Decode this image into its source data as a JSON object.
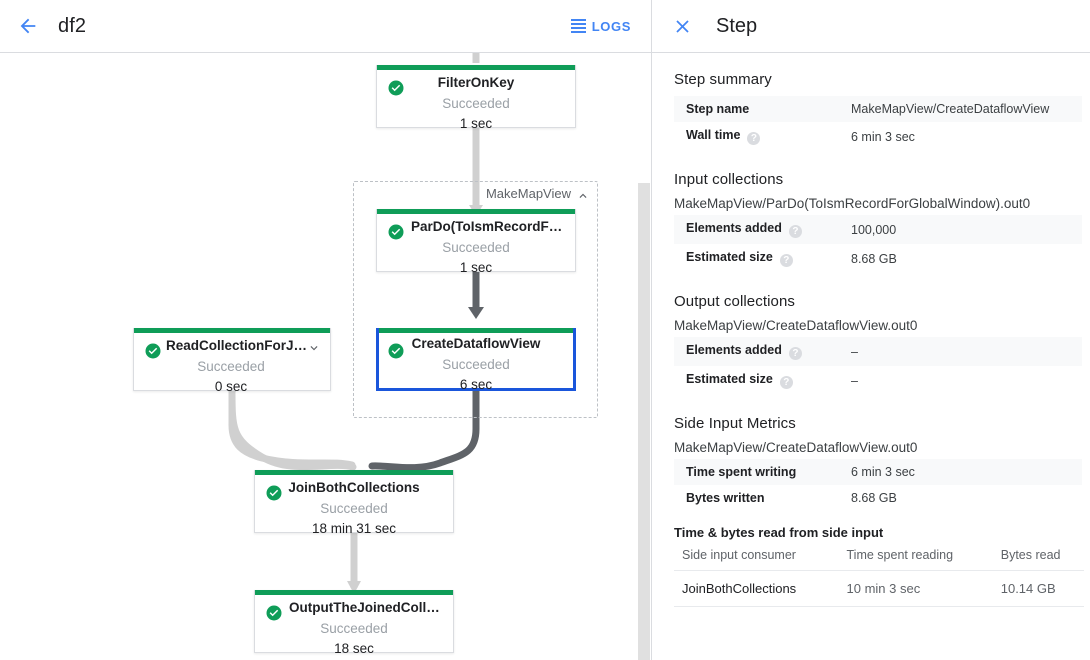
{
  "left": {
    "back_icon": "arrow-back-icon",
    "job_title": "df2",
    "logs_label": "LOGS",
    "logs_icon": "logs-list-icon",
    "group": {
      "label": "MakeMapView",
      "collapse_icon": "chevron-up-icon"
    },
    "nodes": [
      {
        "id": "filter-on-key",
        "name": "FilterOnKey",
        "status": "Succeeded",
        "time": "1 sec",
        "status_icon": "check-circle-icon",
        "selected": false,
        "has_chevron": false
      },
      {
        "id": "pardo-toismrecordfor",
        "name": "ParDo(ToIsmRecordFor…",
        "status": "Succeeded",
        "time": "1 sec",
        "status_icon": "check-circle-icon",
        "selected": false,
        "has_chevron": false
      },
      {
        "id": "create-dataflow-view",
        "name": "CreateDataflowView",
        "status": "Succeeded",
        "time": "6 sec",
        "status_icon": "check-circle-icon",
        "selected": true,
        "has_chevron": false
      },
      {
        "id": "read-collection-for-join",
        "name": "ReadCollectionForJoin",
        "status": "Succeeded",
        "time": "0 sec",
        "status_icon": "check-circle-icon",
        "selected": false,
        "has_chevron": true,
        "chevron_icon": "chevron-down-icon"
      },
      {
        "id": "join-both-collections",
        "name": "JoinBothCollections",
        "status": "Succeeded",
        "time": "18 min 31 sec",
        "status_icon": "check-circle-icon",
        "selected": false,
        "has_chevron": false
      },
      {
        "id": "output-the-joined-collec",
        "name": "OutputTheJoinedCollec…",
        "status": "Succeeded",
        "time": "18 sec",
        "status_icon": "check-circle-icon",
        "selected": false,
        "has_chevron": false
      }
    ],
    "colors": {
      "success_green": "#0f9d58",
      "selected_blue": "#1a56db",
      "edge_light": "#d0d0d0",
      "edge_dark": "#5f6368"
    }
  },
  "right": {
    "close_icon": "close-icon",
    "title": "Step",
    "step_summary": {
      "heading": "Step summary",
      "rows": [
        {
          "key": "Step name",
          "value": "MakeMapView/CreateDataflowView",
          "help": false
        },
        {
          "key": "Wall time",
          "value": "6 min 3 sec",
          "help": true
        }
      ]
    },
    "input_collections": {
      "heading": "Input collections",
      "collection": "MakeMapView/ParDo(ToIsmRecordForGlobalWindow).out0",
      "rows": [
        {
          "key": "Elements added",
          "value": "100,000",
          "help": true
        },
        {
          "key": "Estimated size",
          "value": "8.68 GB",
          "help": true
        }
      ]
    },
    "output_collections": {
      "heading": "Output collections",
      "collection": "MakeMapView/CreateDataflowView.out0",
      "rows": [
        {
          "key": "Elements added",
          "value": "–",
          "help": true
        },
        {
          "key": "Estimated size",
          "value": "–",
          "help": true
        }
      ]
    },
    "side_input_metrics": {
      "heading": "Side Input Metrics",
      "collection": "MakeMapView/CreateDataflowView.out0",
      "rows": [
        {
          "key": "Time spent writing",
          "value": "6 min 3 sec",
          "help": false
        },
        {
          "key": "Bytes written",
          "value": "8.68 GB",
          "help": false
        }
      ]
    },
    "side_input_table": {
      "heading": "Time & bytes read from side input",
      "columns": [
        "Side input consumer",
        "Time spent reading",
        "Bytes read"
      ],
      "rows": [
        [
          "JoinBothCollections",
          "10 min 3 sec",
          "10.14 GB"
        ]
      ]
    },
    "help_glyph": "?"
  }
}
